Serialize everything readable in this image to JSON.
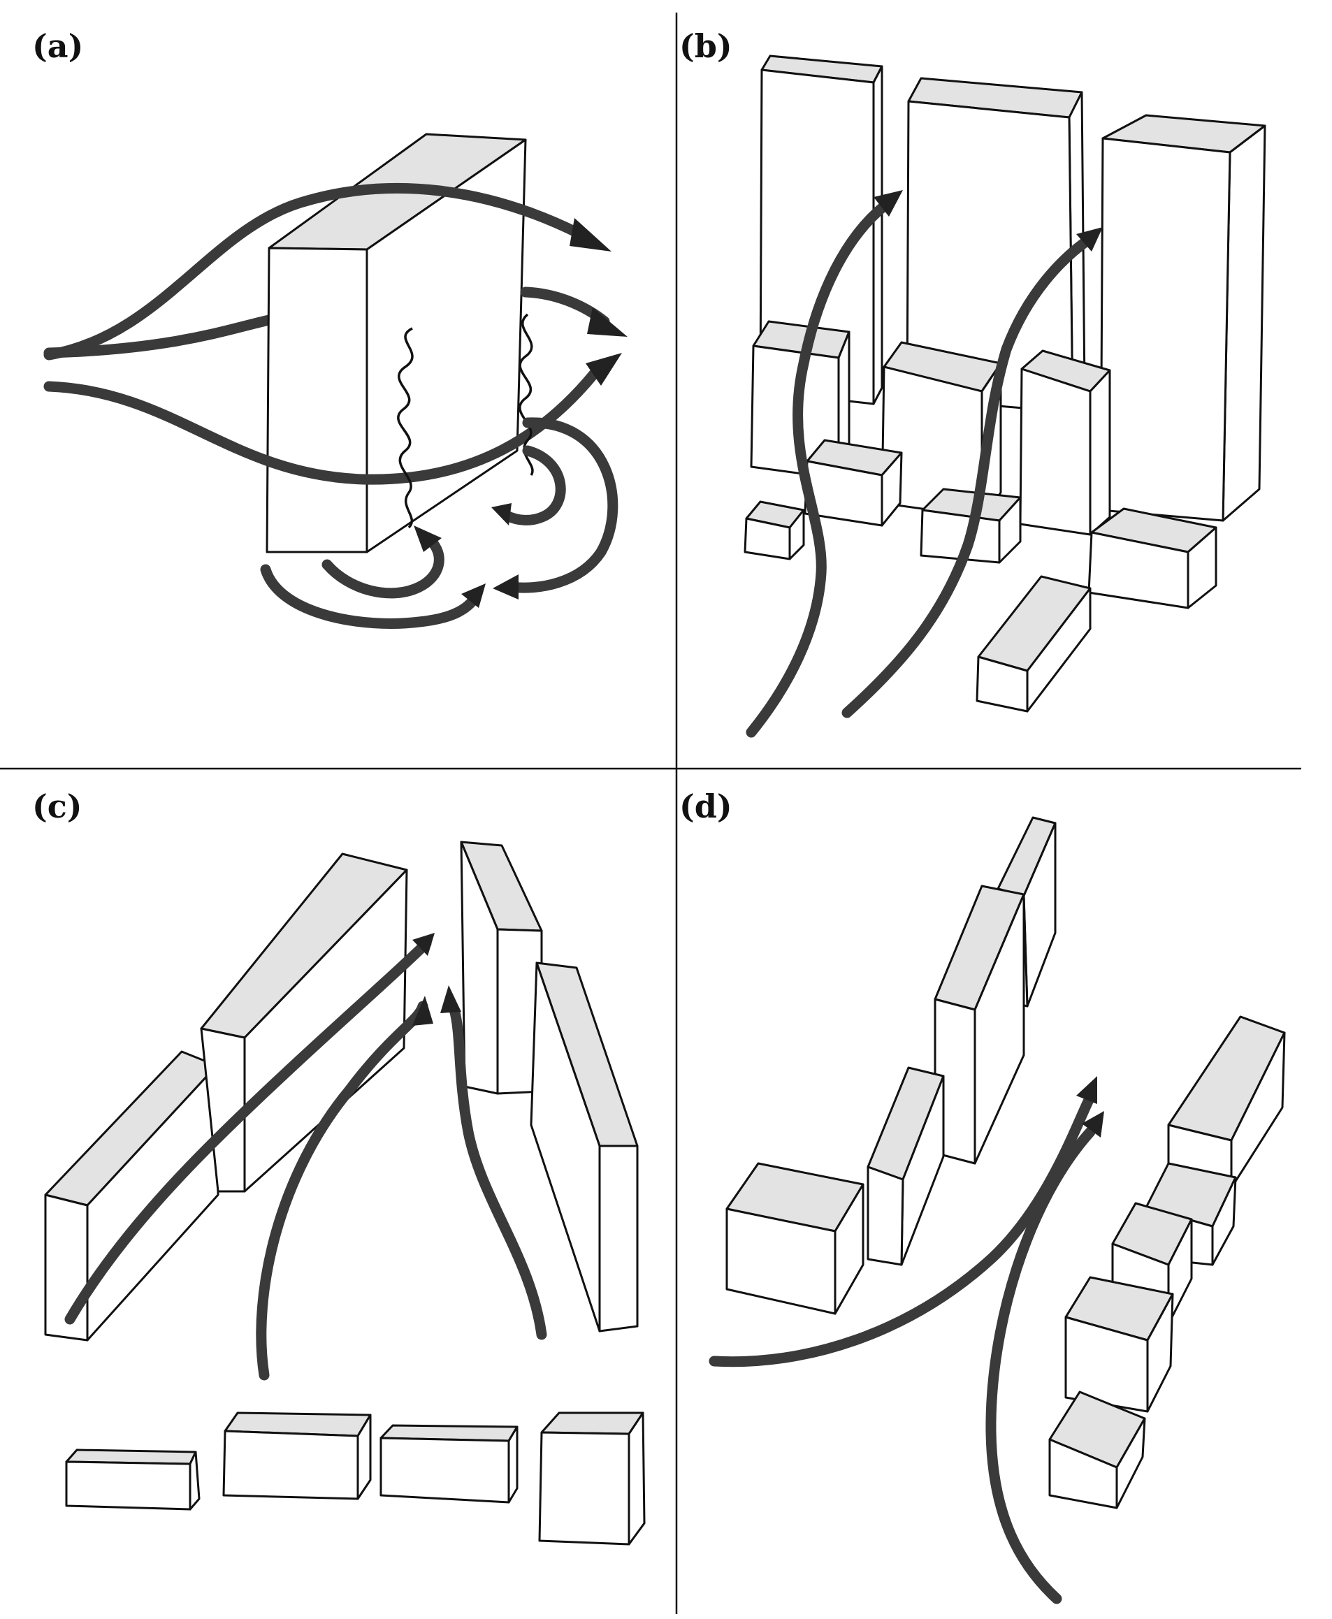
{
  "panels": [
    {
      "label": "(a)"
    },
    {
      "label": "(b)"
    },
    {
      "label": "(c)"
    },
    {
      "label": "(d)"
    }
  ],
  "colors": {
    "ink": "#111111",
    "arrow": "#3a3a3a",
    "roof_shading": "#e3e3e3",
    "background": "#ffffff"
  }
}
